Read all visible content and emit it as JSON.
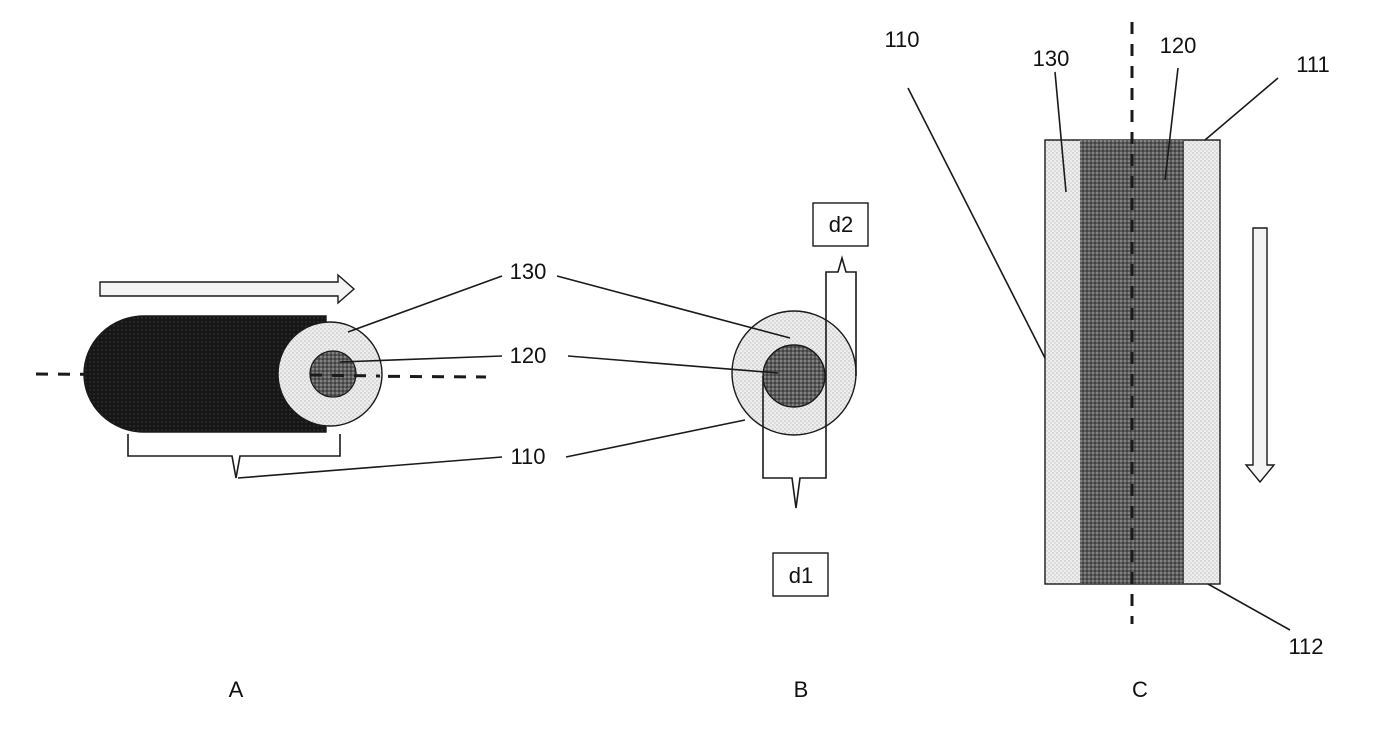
{
  "labels": {
    "n130": "130",
    "n120": "120",
    "n110": "110",
    "n111": "111",
    "n112": "112",
    "d1": "d1",
    "d2": "d2"
  },
  "panels": {
    "a": "A",
    "b": "B",
    "c": "C"
  },
  "colors": {
    "outer_layer": "#e4e4e4",
    "core": "#6e6e6e",
    "cylinder_body": "#1e1e1e",
    "line": "#1a1a1a",
    "arrow_fill": "#f4f4f4"
  }
}
